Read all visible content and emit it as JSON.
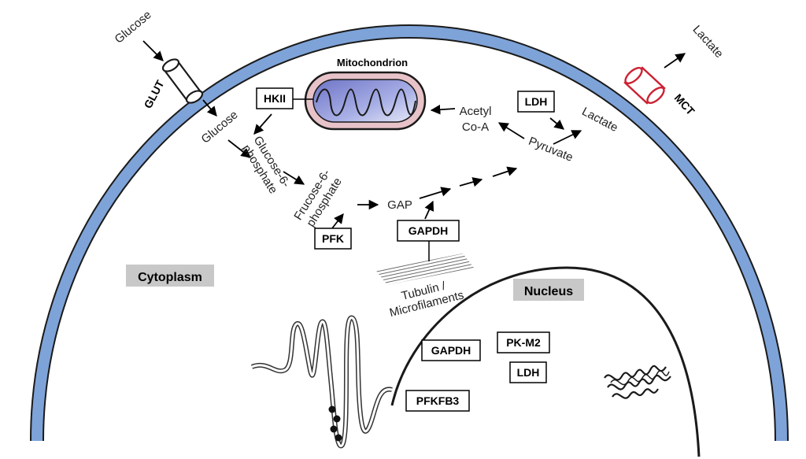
{
  "regions": {
    "cytoplasm": "Cytoplasm",
    "nucleus": "Nucleus",
    "mitochondrion": "Mitochondrion"
  },
  "transporters": {
    "glut": "GLUT",
    "mct": "MCT"
  },
  "metabolites": {
    "glucose_outside": "Glucose",
    "glucose_inside": "Glucose",
    "glucose6p_line1": "Glucose-6-",
    "glucose6p_line2": "phosphate",
    "fructose6p_line1": "Frucose-6-",
    "fructose6p_line2": "phosphate",
    "gap": "GAP",
    "pyruvate": "Pyruvate",
    "acetyl_line1": "Acetyl",
    "acetyl_line2": "Co-A",
    "lactate_inside": "Lactate",
    "lactate_outside": "Lactate"
  },
  "enzymes": {
    "hkii": "HKII",
    "pfk": "PFK",
    "gapdh": "GAPDH",
    "ldh": "LDH"
  },
  "cytoskeleton": {
    "line1": "Tubulin /",
    "line2": "Microfilaments"
  },
  "nuclear_proteins": {
    "gapdh": "GAPDH",
    "pkm2": "PK-M2",
    "ldh": "LDH",
    "pfkfb3": "PFKFB3"
  },
  "colors": {
    "membrane_fill": "#7ea3d8",
    "mct_color": "#cc2233",
    "label_box_gray": "#c8c8c8",
    "mito_inner": "#8f96d8"
  }
}
